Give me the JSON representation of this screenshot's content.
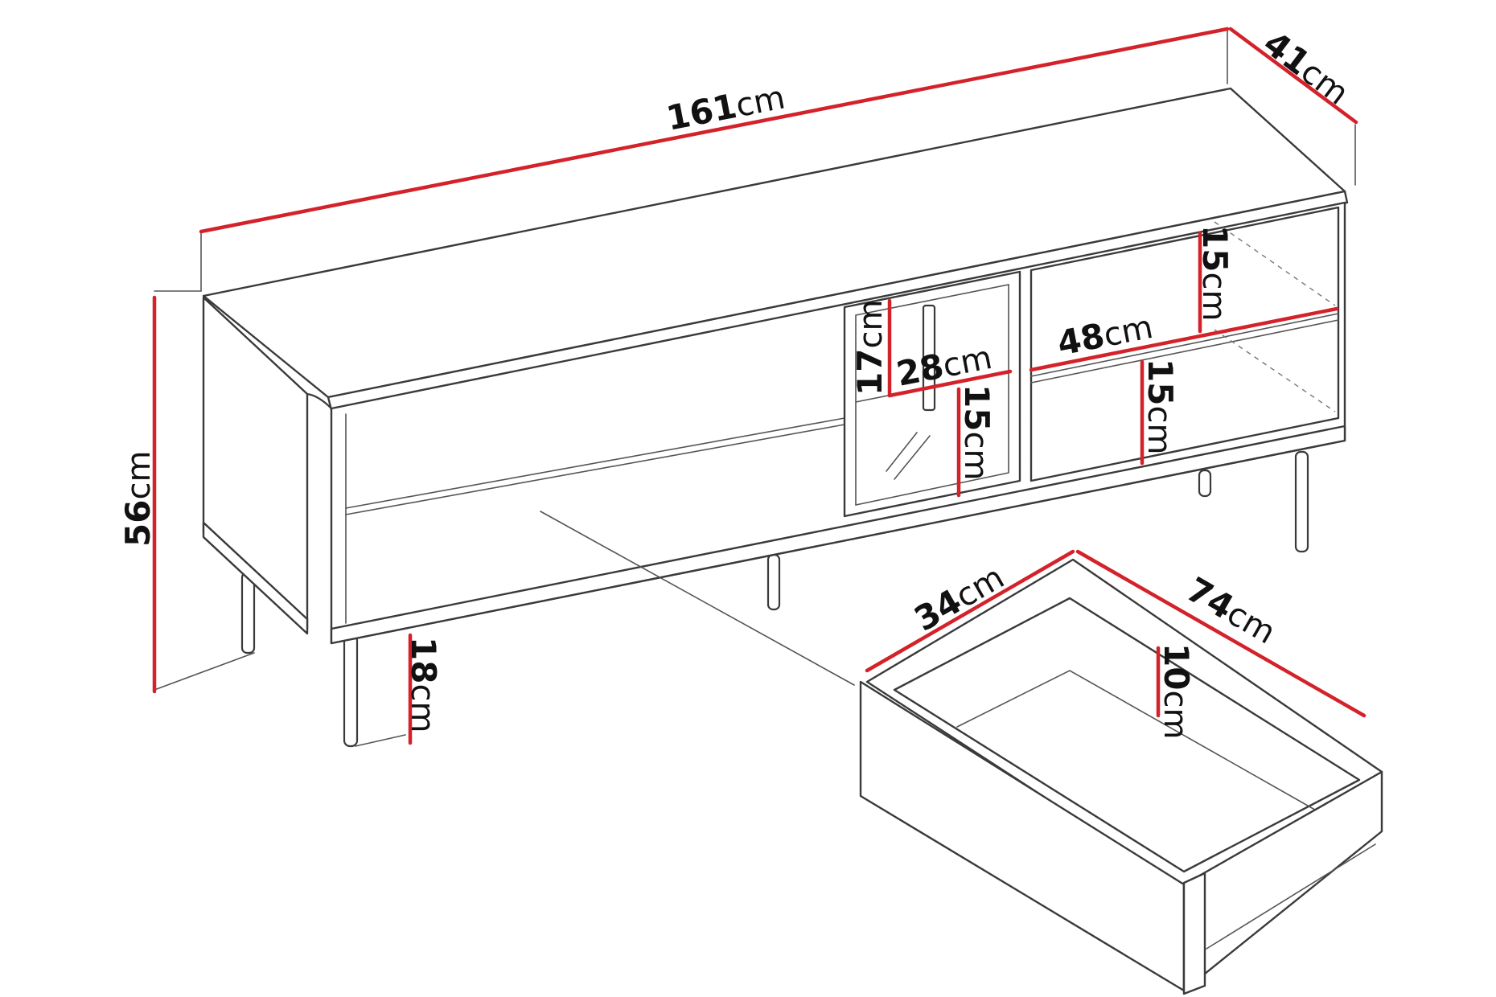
{
  "colors": {
    "dimension_line": "#d3222a",
    "outline": "#3a3a3a",
    "text": "#111111",
    "background": "#ffffff"
  },
  "dimensions": {
    "width": {
      "value": "161",
      "unit": "cm"
    },
    "depth": {
      "value": "41",
      "unit": "cm"
    },
    "height": {
      "value": "56",
      "unit": "cm"
    },
    "leg_height": {
      "value": "18",
      "unit": "cm"
    },
    "shelf_width": {
      "value": "48",
      "unit": "cm"
    },
    "upper_shelf": {
      "value": "15",
      "unit": "cm"
    },
    "lower_shelf": {
      "value": "15",
      "unit": "cm"
    },
    "door_width": {
      "value": "28",
      "unit": "cm"
    },
    "door_upper": {
      "value": "17",
      "unit": "cm"
    },
    "door_lower": {
      "value": "15",
      "unit": "cm"
    },
    "drawer_width": {
      "value": "34",
      "unit": "cm"
    },
    "drawer_length": {
      "value": "74",
      "unit": "cm"
    },
    "drawer_height": {
      "value": "10",
      "unit": "cm"
    }
  }
}
